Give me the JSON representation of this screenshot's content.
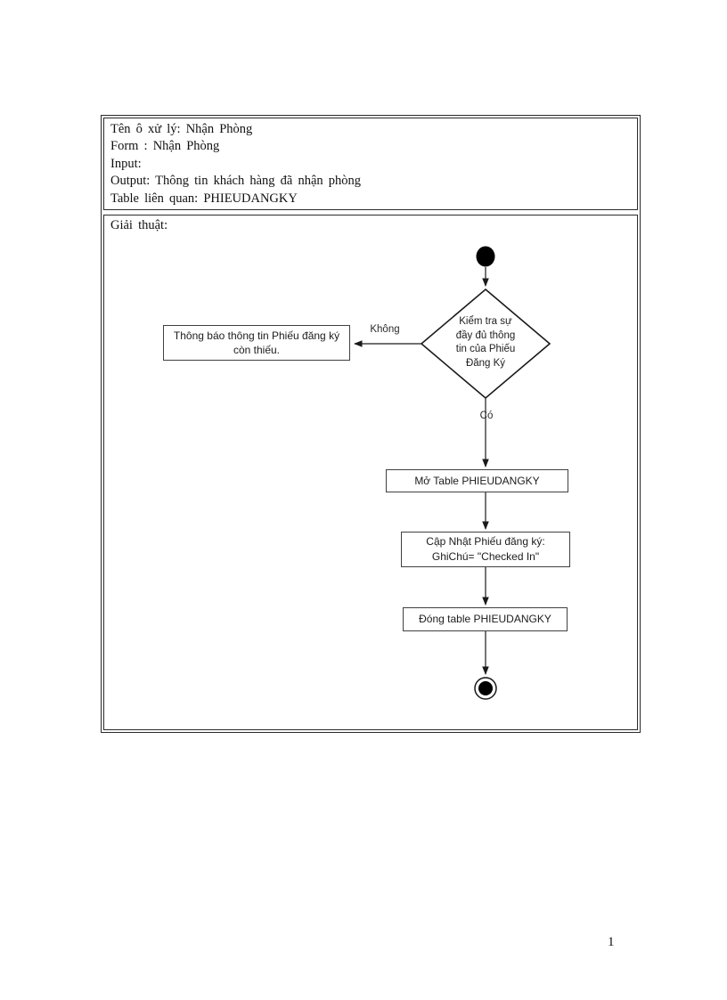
{
  "info": {
    "lines": [
      "Tên ô xử lý: Nhận Phòng",
      "Form : Nhận Phòng",
      "Input:",
      "Output: Thông tin khách hàng đã nhận phòng",
      "Table liên quan: PHIEUDANGKY"
    ],
    "algorithm_label": "Giải thuật:"
  },
  "diagram": {
    "decision_lines": [
      "Kiểm tra sự",
      "đầy đủ thông",
      "tin của Phiếu",
      "Đăng Ký"
    ],
    "no_label": "Không",
    "yes_label": "Có",
    "notify_text": "Thông báo thông tin Phiếu đăng ký còn thiếu.",
    "step_open": "Mở Table PHIEUDANGKY",
    "step_update_lines": [
      "Cập Nhật Phiếu đăng ký:",
      "GhiChú= \"Checked In\""
    ],
    "step_close": "Đóng table PHIEUDANGKY",
    "colors": {
      "node_fill": "#000000",
      "line": "#1a1a1a",
      "box_border": "#404040"
    }
  },
  "page": {
    "number": "1"
  }
}
